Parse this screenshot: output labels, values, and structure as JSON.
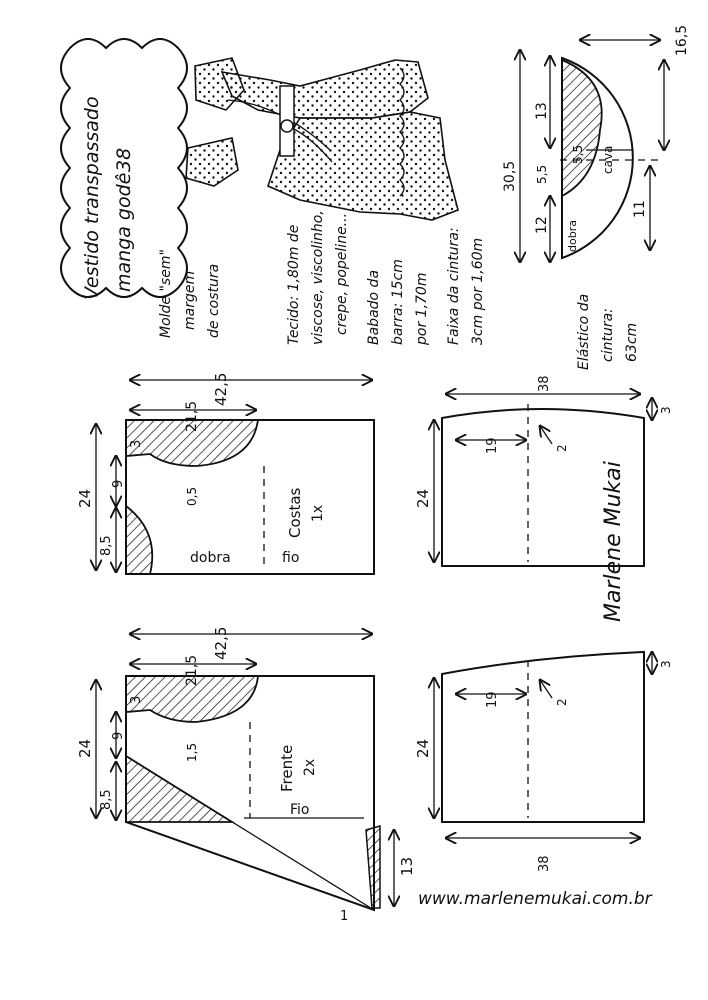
{
  "title": {
    "line1": "Vestido transpassado",
    "line2": "manga godê",
    "size": "38"
  },
  "note": {
    "line1": "Molde \"sem\"",
    "line2": "margem",
    "line3": "de costura"
  },
  "materials": {
    "tecido": "Tecido: 1,80m de",
    "tecido2": "viscose, viscolinho,",
    "tecido3": "crepe, popeline...",
    "babado": "Babado da",
    "babado2": "barra: 15cm",
    "babado3": "por 1,70m",
    "faixa": "Faixa da cintura:",
    "faixa2": "3cm por 1,60m",
    "elastico": "Elástico da",
    "elastico2": "cintura:",
    "elastico3": "63cm"
  },
  "sleeve": {
    "width": "16,5",
    "length": "30,5",
    "h1": "13",
    "h2": "5,5",
    "h3": "5,5",
    "h4": "11",
    "h5": "12",
    "cava": "cava",
    "fold": "dobra"
  },
  "costas": {
    "width": "42,5",
    "shoulder": "21,5",
    "neck_drop": "3",
    "neck_curve": "0,5",
    "height": "24",
    "armhole": "9",
    "lower": "8,5",
    "label": "Costas",
    "qty": "1x",
    "fold": "dobra",
    "grain": "fio"
  },
  "frente": {
    "width": "42,5",
    "shoulder": "21,5",
    "neck_drop": "3",
    "neck_curve": "1,5",
    "height": "24",
    "armhole": "9",
    "lower": "8,5",
    "label": "Frente",
    "qty": "2x",
    "grain": "Fio",
    "hem": "13",
    "tip": "1"
  },
  "skirt_top": {
    "width": "38",
    "rise": "3",
    "height": "24",
    "mark": "19",
    "dart": "2"
  },
  "skirt_bottom": {
    "width": "38",
    "rise": "3",
    "height": "24",
    "mark": "19",
    "dart": "2"
  },
  "signature": "Marlene Mukai",
  "website": "www.marlenemukai.com.br",
  "colors": {
    "ink": "#111111",
    "paper": "#ffffff"
  }
}
